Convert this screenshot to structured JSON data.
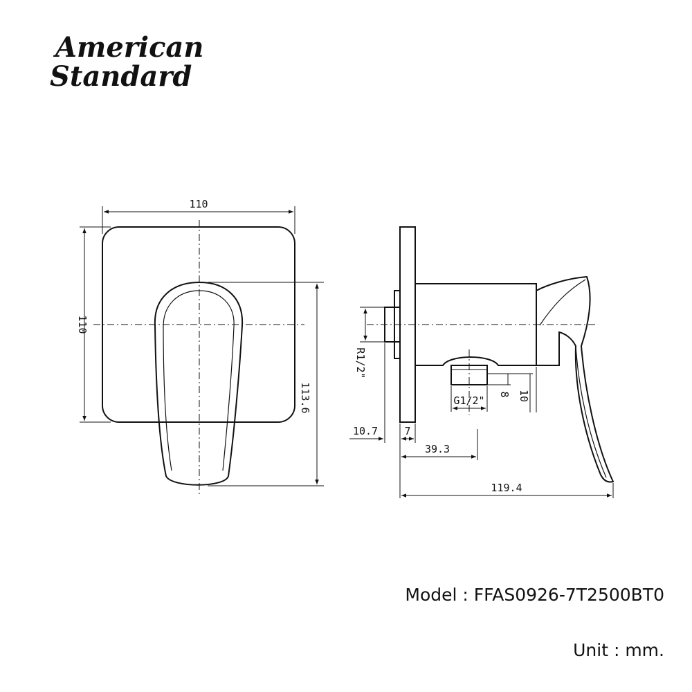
{
  "brand": {
    "line1": "American",
    "line2": "Standard"
  },
  "front_view": {
    "width_dim": "110",
    "height_dim": "110",
    "handle_height_dim": "113.6"
  },
  "side_view": {
    "thread_r": "R1/2\"",
    "thread_g": "G1/2\"",
    "dim_8": "8",
    "dim_10": "10",
    "dim_10_7": "10.7",
    "dim_7": "7",
    "dim_39_3": "39.3",
    "dim_119_4": "119.4"
  },
  "info": {
    "model": "Model : FFAS0926-7T2500BT0",
    "unit": "Unit : mm."
  },
  "colors": {
    "ink": "#111111"
  }
}
